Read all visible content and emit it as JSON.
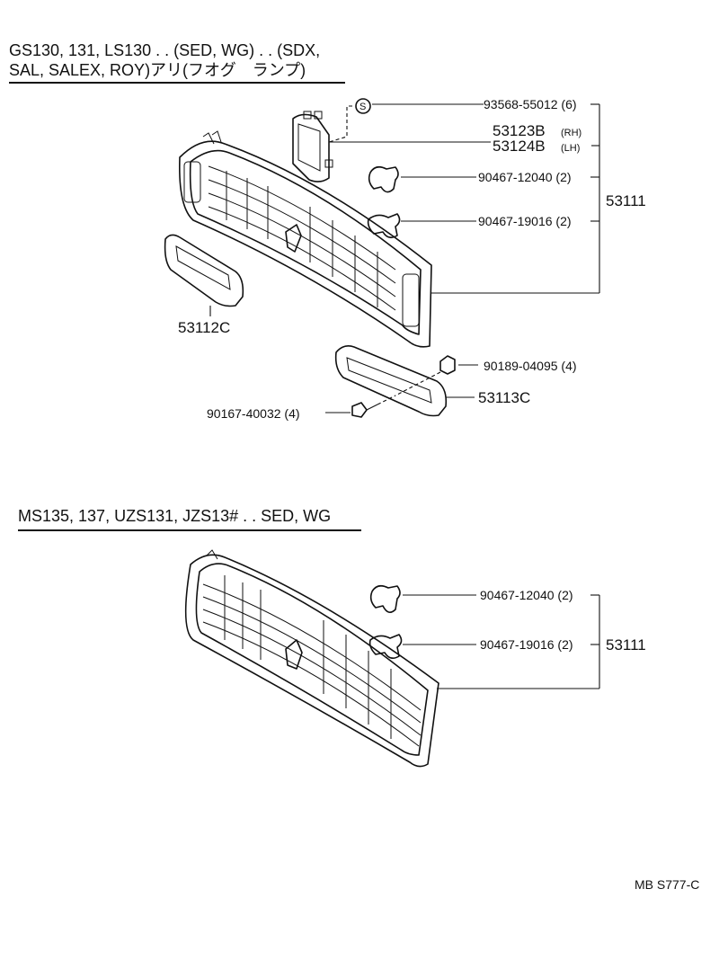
{
  "section1": {
    "header_line1": "GS130, 131, LS130 . . (SED, WG) . . (SDX,",
    "header_line2": "SAL, SALEX, ROY)アリ(フオグ　ランプ)",
    "labels": {
      "clip_s": "93568-55012 (6)",
      "lamp_rh": "53123B",
      "lamp_rh_side": "(RH)",
      "lamp_lh": "53124B",
      "lamp_lh_side": "(LH)",
      "clip_a": "90467-12040 (2)",
      "clip_b": "90467-19016 (2)",
      "grille_assy": "53111",
      "left_bracket": "53112C",
      "nut": "90189-04095 (4)",
      "right_bracket": "53113C",
      "screw": "90167-40032 (4)",
      "s_mark": "S"
    }
  },
  "section2": {
    "header": "MS135, 137, UZS131, JZS13# . . SED, WG",
    "labels": {
      "clip_a": "90467-12040 (2)",
      "clip_b": "90467-19016 (2)",
      "grille_assy": "53111"
    }
  },
  "footer": {
    "code": "MB  S777-C"
  }
}
